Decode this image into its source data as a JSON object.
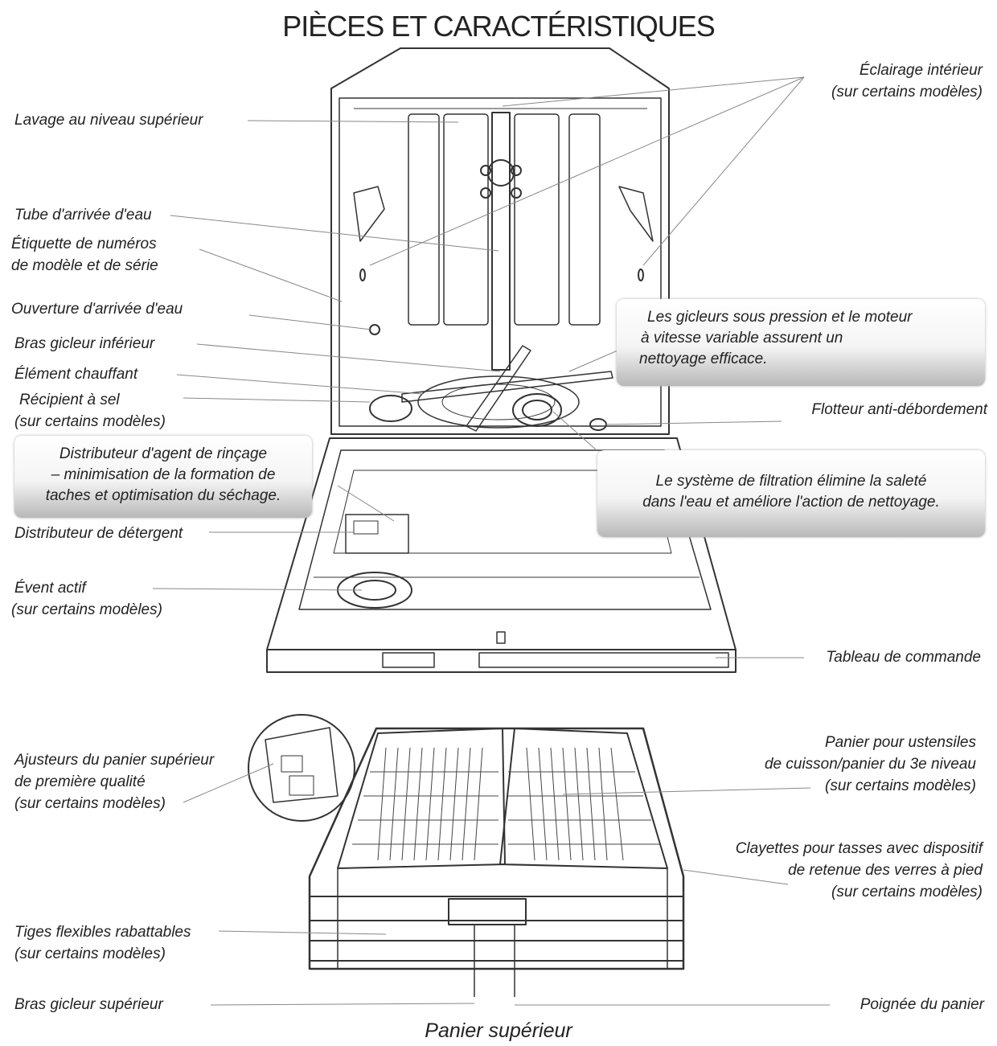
{
  "title": "PIÈCES ET CARACTÉRISTIQUES",
  "labels": {
    "lavage": "Lavage au niveau supérieur",
    "tube": "Tube d'arrivée d'eau",
    "etiquette_1": "Étiquette de numéros",
    "etiquette_2": "de modèle et de série",
    "ouverture": "Ouverture d'arrivée d'eau",
    "bras_inf": "Bras gicleur inférieur",
    "element": "Élément chauffant",
    "recipient_1": "Récipient à sel",
    "recipient_2": "(sur certains modèles)",
    "distrib_det": "Distributeur de détergent",
    "event_1": "Évent actif",
    "event_2": "(sur certains modèles)",
    "eclairage_1": "Éclairage intérieur",
    "eclairage_2": "(sur certains modèles)",
    "flotteur": "Flotteur anti-débordement",
    "tableau": "Tableau de commande",
    "ajusteurs_1": "Ajusteurs du panier supérieur",
    "ajusteurs_2": "de première qualité",
    "ajusteurs_3": "(sur certains modèles)",
    "tiges_1": "Tiges flexibles rabattables",
    "tiges_2": "(sur certains modèles)",
    "bras_sup": "Bras gicleur supérieur",
    "panier_1": "Panier pour ustensiles",
    "panier_2": "de cuisson/panier du 3e niveau",
    "panier_3": "(sur certains modèles)",
    "clayettes_1": "Clayettes pour tasses avec dispositif",
    "clayettes_2": "de retenue des verres à pied",
    "clayettes_3": "(sur certains modèles)",
    "poignee": "Poignée du panier"
  },
  "callouts": {
    "rincage_1": "Distributeur d'agent de rinçage",
    "rincage_2": "– minimisation de la formation de",
    "rincage_3": "taches et optimisation du séchage.",
    "gicleurs_1": "Les gicleurs sous pression et le moteur",
    "gicleurs_2": "à vitesse variable assurent un",
    "gicleurs_3": "nettoyage efficace.",
    "filtration_1": "Le système de filtration élimine la saleté",
    "filtration_2": "dans l'eau et améliore l'action de nettoyage."
  },
  "caption": "Panier supérieur"
}
